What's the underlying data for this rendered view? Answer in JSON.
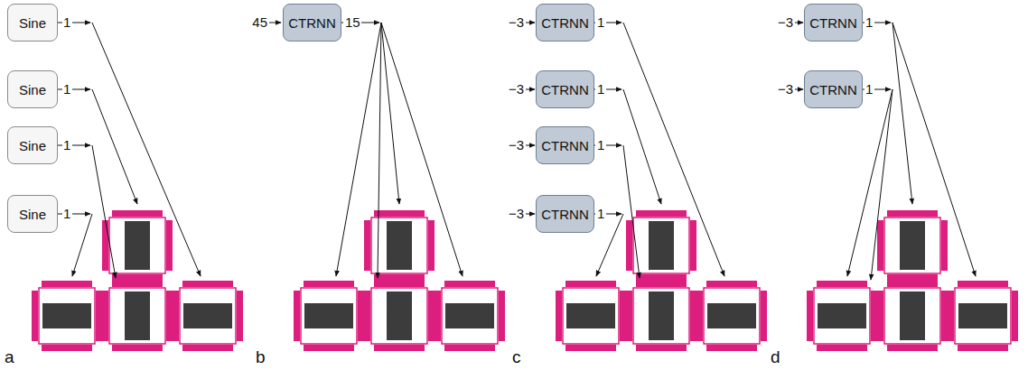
{
  "diagram": {
    "nodes": [
      {
        "text": [
          "Sine"
        ]
      },
      {
        "text": [
          "Sine"
        ]
      },
      {
        "text": [
          "Sine"
        ]
      },
      {
        "text": [
          "Sine"
        ]
      },
      {
        "text": [
          "CTRNN"
        ]
      },
      {
        "text": [
          "CTRNN"
        ]
      },
      {
        "text": [
          "CTRNN"
        ]
      },
      {
        "text": [
          "CTRNN"
        ]
      },
      {
        "text": [
          "CTRNN"
        ]
      },
      {
        "text": [
          "CTRNN"
        ]
      },
      {
        "text": [
          "CTRNN"
        ]
      }
    ],
    "labels": [
      "1",
      "1",
      "1",
      "1",
      "45",
      "15",
      "−3",
      "1",
      "−3",
      "1",
      "−3",
      "1",
      "−3",
      "1",
      "−3",
      "1",
      "−3",
      "1",
      "a",
      "b",
      "c",
      "d"
    ]
  }
}
